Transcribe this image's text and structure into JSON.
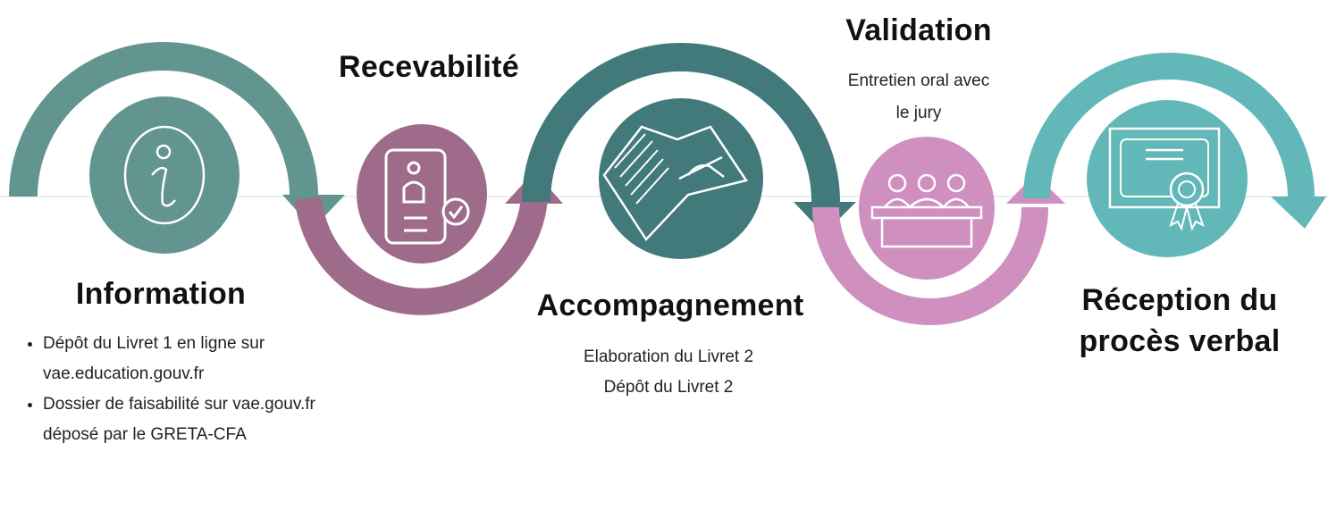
{
  "steps": [
    {
      "title": "Information",
      "bullets": [
        "Dépôt du Livret 1 en ligne sur vae.education.gouv.fr",
        "Dossier de faisabilité sur vae.gouv.fr déposé par le GRETA-CFA"
      ],
      "color": "#62958f",
      "icon": "info-icon"
    },
    {
      "title": "Recevabilité",
      "color": "#9e6b8b",
      "icon": "id-document-check-icon"
    },
    {
      "title": "Accompagnement",
      "lines": [
        "Elaboration du Livret 2",
        "Dépôt du Livret 2"
      ],
      "color": "#42797a",
      "icon": "writing-book-icon"
    },
    {
      "title": "Validation",
      "lines": [
        "Entretien oral avec",
        "le jury"
      ],
      "color": "#cf8fbf",
      "icon": "jury-icon"
    },
    {
      "title_lines": [
        "Réception du",
        "procès verbal"
      ],
      "color": "#62b8b8",
      "icon": "certificate-icon"
    }
  ]
}
